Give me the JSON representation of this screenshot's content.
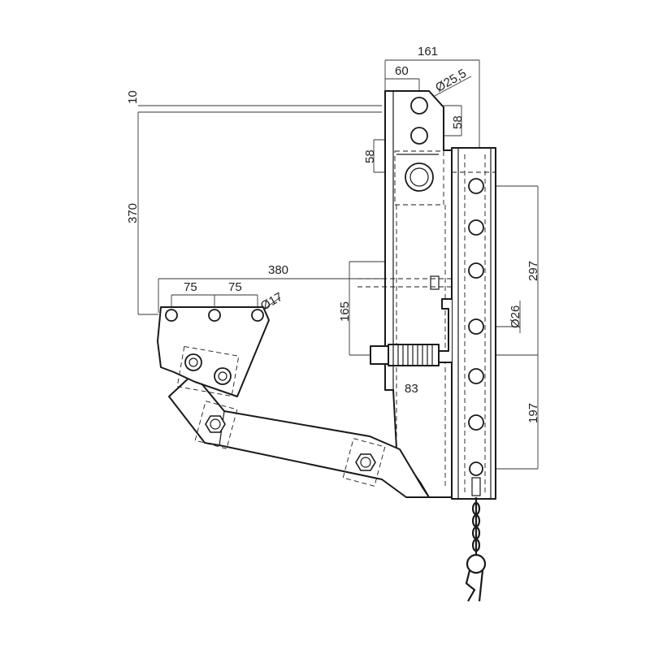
{
  "dimensions": {
    "width_total": "161",
    "width_top": "60",
    "hole_top": "25,5",
    "spacing_top": "58",
    "spacing_left": "58",
    "height_gap": "10",
    "height_main": "370",
    "arm_length": "380",
    "pitch_left": "75",
    "pitch_right": "75",
    "hole_plate": "17",
    "height_mid": "165",
    "hole_mast": "26",
    "height_upper": "297",
    "height_lower": "197",
    "shaft_length": "83"
  },
  "symbols": {
    "diameter": "Ø"
  }
}
